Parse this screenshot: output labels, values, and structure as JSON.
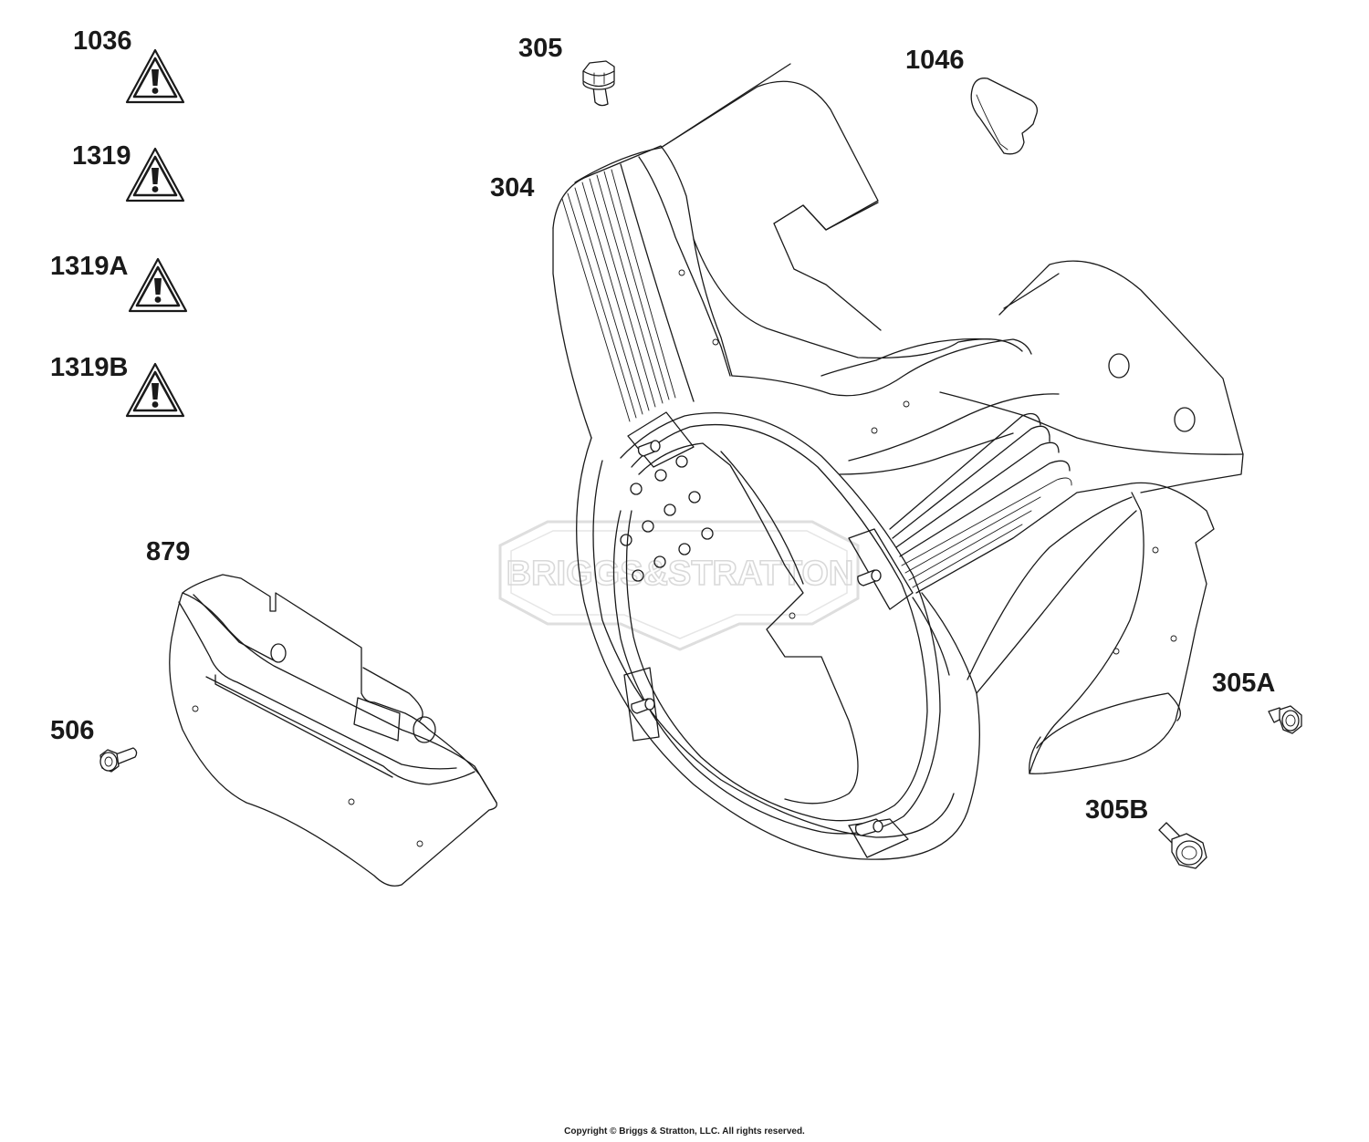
{
  "labels": {
    "l1036": "1036",
    "l1319": "1319",
    "l1319a": "1319A",
    "l1319b": "1319B",
    "l305": "305",
    "l1046": "1046",
    "l304": "304",
    "l879": "879",
    "l506": "506",
    "l305a": "305A",
    "l305b": "305B"
  },
  "watermark": "BRIGGS&STRATTON",
  "copyright": "Copyright © Briggs & Stratton, LLC. All rights reserved.",
  "colors": {
    "line": "#1a1a1a",
    "watermark": "#d9d9d9",
    "background": "#ffffff"
  },
  "icons": [
    "warning-triangle-icon"
  ]
}
